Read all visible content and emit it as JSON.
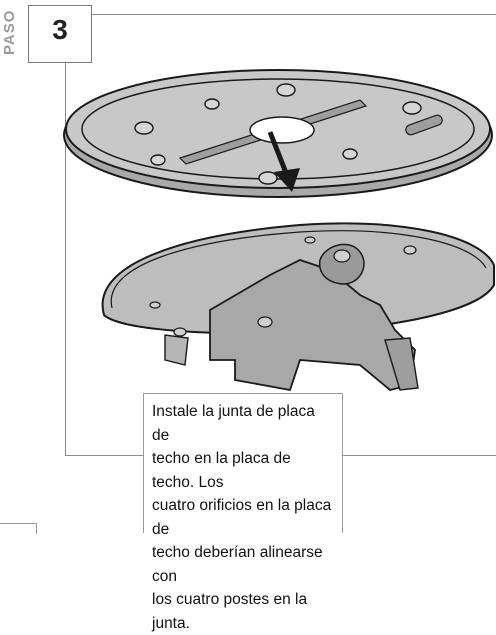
{
  "step": {
    "label": "PASO",
    "number": "3"
  },
  "instruction": {
    "lines": [
      "Instale la junta de placa de",
      "techo en la placa de techo. Los",
      "cuatro orificios en la placa de",
      "techo deberían alinearse con",
      "los cuatro postes en la junta."
    ]
  },
  "illustration": {
    "subject": "ceiling plate gasket above ceiling plate with alignment arrow",
    "arrow_color": "#1a1a1a",
    "part_fill": "#bdbdbd",
    "outline_color": "#1a1a1a"
  }
}
